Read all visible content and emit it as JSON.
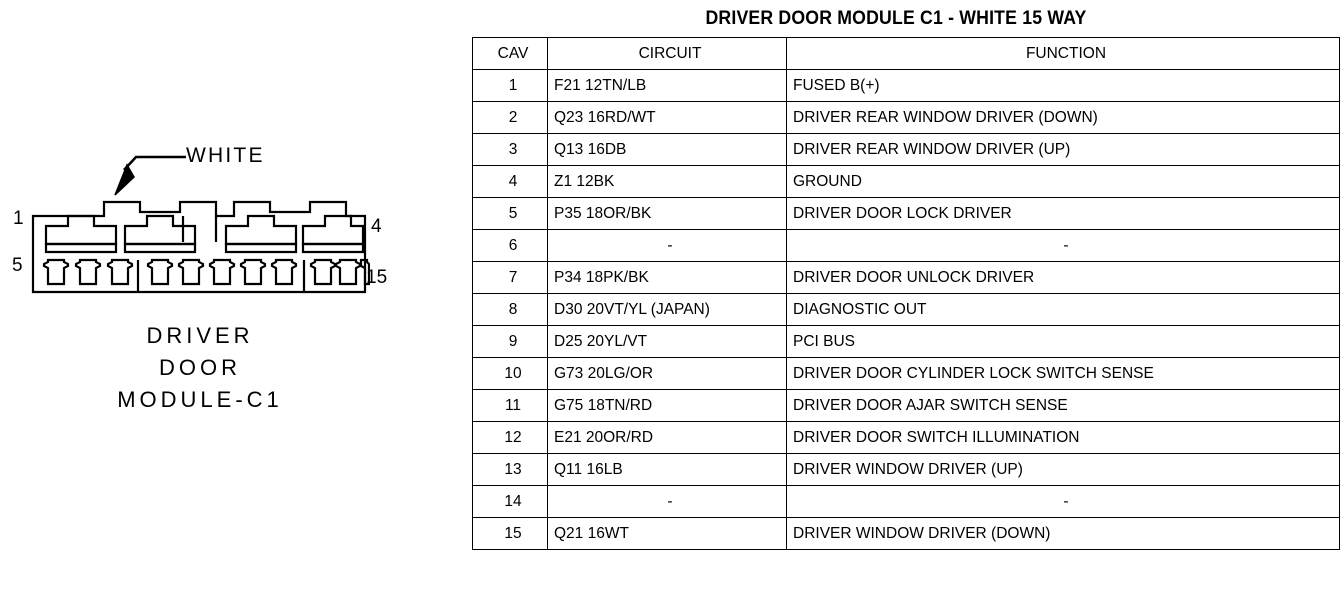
{
  "diagram": {
    "callout_label": "WHITE",
    "callout_icon": "arrow-pointer-icon",
    "pin_labels": {
      "top_left": "1",
      "bottom_left": "5",
      "top_right": "4",
      "bottom_right": "15"
    },
    "caption_lines": [
      "DRIVER",
      "DOOR",
      "MODULE-C1"
    ],
    "connector": {
      "top_row_cavities": 4,
      "bottom_row_cavities": 11,
      "bottom_groups": [
        3,
        5,
        3
      ]
    }
  },
  "table": {
    "title": "DRIVER DOOR MODULE C1 - WHITE 15 WAY",
    "headers": [
      "CAV",
      "CIRCUIT",
      "FUNCTION"
    ],
    "rows": [
      {
        "cav": "1",
        "circuit": "F21 12TN/LB",
        "function": "FUSED B(+)"
      },
      {
        "cav": "2",
        "circuit": "Q23 16RD/WT",
        "function": "DRIVER REAR WINDOW DRIVER (DOWN)"
      },
      {
        "cav": "3",
        "circuit": "Q13 16DB",
        "function": "DRIVER REAR WINDOW DRIVER (UP)"
      },
      {
        "cav": "4",
        "circuit": "Z1 12BK",
        "function": "GROUND"
      },
      {
        "cav": "5",
        "circuit": "P35 18OR/BK",
        "function": "DRIVER DOOR LOCK DRIVER"
      },
      {
        "cav": "6",
        "circuit": "-",
        "function": "-"
      },
      {
        "cav": "7",
        "circuit": "P34 18PK/BK",
        "function": "DRIVER DOOR UNLOCK DRIVER"
      },
      {
        "cav": "8",
        "circuit": "D30 20VT/YL (JAPAN)",
        "function": "DIAGNOSTIC OUT"
      },
      {
        "cav": "9",
        "circuit": "D25 20YL/VT",
        "function": "PCI BUS"
      },
      {
        "cav": "10",
        "circuit": "G73 20LG/OR",
        "function": "DRIVER DOOR CYLINDER LOCK SWITCH SENSE"
      },
      {
        "cav": "11",
        "circuit": "G75 18TN/RD",
        "function": "DRIVER DOOR AJAR SWITCH SENSE"
      },
      {
        "cav": "12",
        "circuit": "E21 20OR/RD",
        "function": "DRIVER DOOR SWITCH ILLUMINATION"
      },
      {
        "cav": "13",
        "circuit": "Q11 16LB",
        "function": "DRIVER WINDOW DRIVER (UP)"
      },
      {
        "cav": "14",
        "circuit": "-",
        "function": "-"
      },
      {
        "cav": "15",
        "circuit": "Q21 16WT",
        "function": "DRIVER WINDOW DRIVER (DOWN)"
      }
    ]
  },
  "colors": {
    "ink": "#000000",
    "page": "#ffffff"
  }
}
